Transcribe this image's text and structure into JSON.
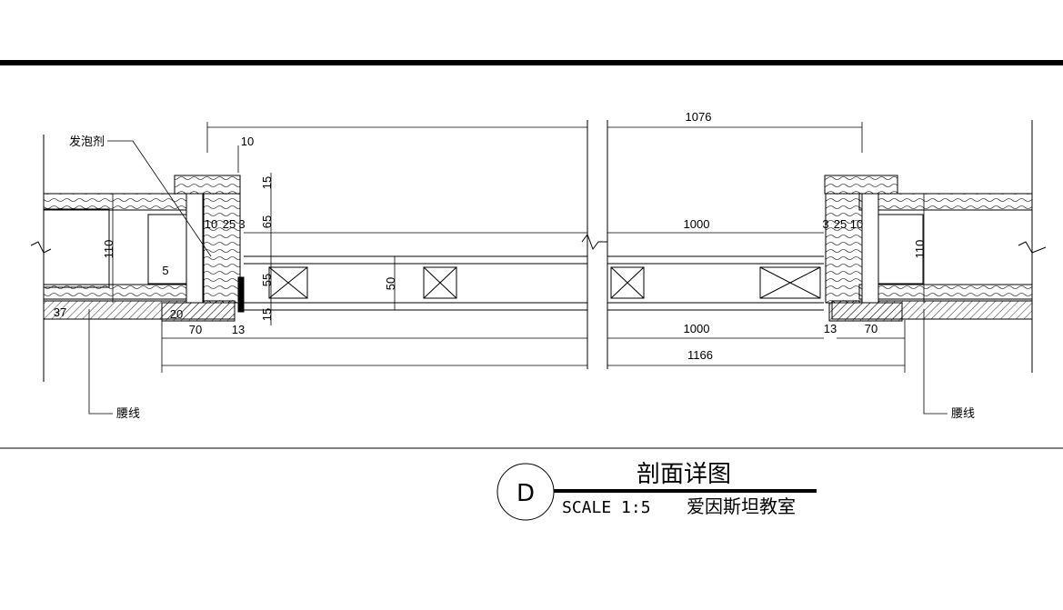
{
  "labels": {
    "foam": "发泡剂",
    "waist_left": "腰线",
    "waist_right": "腰线"
  },
  "dims": {
    "top_overall": "1076",
    "d10_top": "10",
    "d15_top": "15",
    "d65": "65",
    "d55": "55",
    "d15_bot": "15",
    "d110_left": "110",
    "d110_right": "110",
    "d5": "5",
    "d37": "37",
    "d20": "20",
    "d70_left": "70",
    "d13_left": "13",
    "d10_l": "10",
    "d25_l": "25",
    "d3_l": "3",
    "d3_r": "3",
    "d25_r": "25",
    "d10_r": "10",
    "d50": "50",
    "d1000_top": "1000",
    "d1000_bot": "1000",
    "d13_right": "13",
    "d70_right": "70",
    "d1166": "1166"
  },
  "title_block": {
    "tag": "D",
    "title": "剖面详图",
    "scale": "SCALE 1:5",
    "room": "爱因斯坦教室"
  }
}
